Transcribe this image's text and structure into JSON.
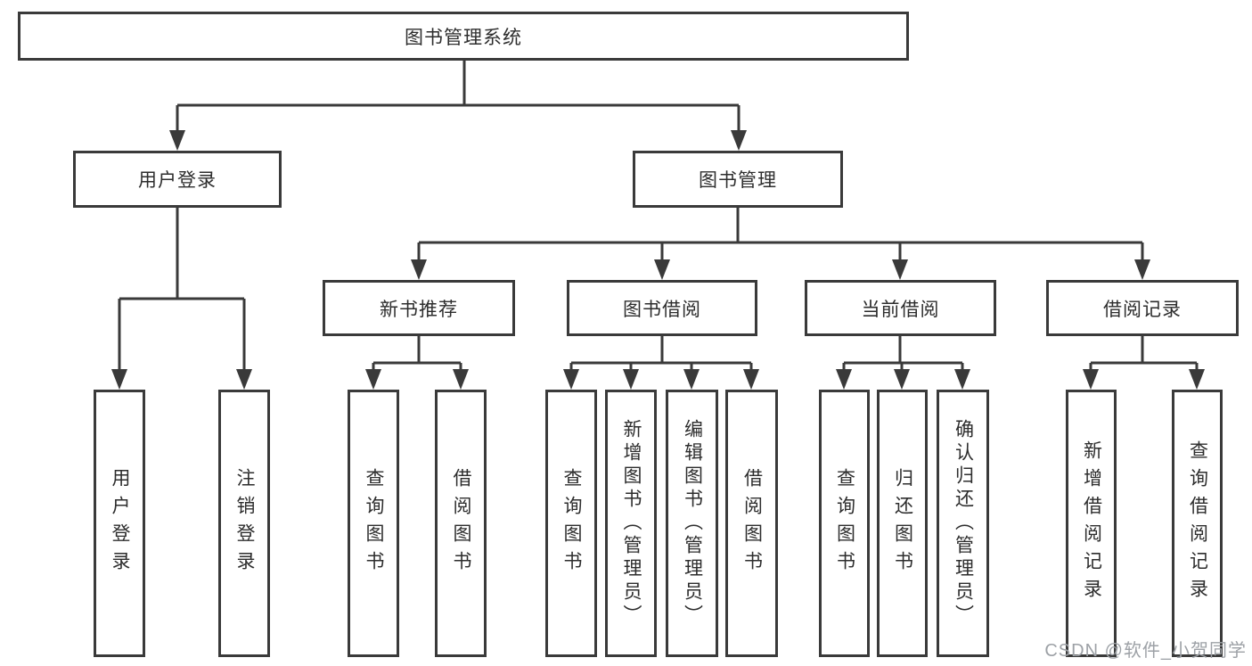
{
  "diagram": {
    "title": "图书管理系统",
    "root": "图书管理系统",
    "children": [
      {
        "label": "用户登录",
        "children": [
          "用户登录",
          "注销登录"
        ]
      },
      {
        "label": "图书管理",
        "children": [
          {
            "label": "新书推荐",
            "children": [
              "查询图书",
              "借阅图书"
            ]
          },
          {
            "label": "图书借阅",
            "children": [
              "查询图书",
              "新增图书（管理员）",
              "编辑图书（管理员）",
              "借阅图书"
            ]
          },
          {
            "label": "当前借阅",
            "children": [
              "查询图书",
              "归还图书",
              "确认归还（管理员）"
            ]
          },
          {
            "label": "借阅记录",
            "children": [
              "新增借阅记录",
              "查询借阅记录"
            ]
          }
        ]
      }
    ]
  },
  "watermark": "CSDN @软件_小贺同学",
  "colors": {
    "line": "#3a3a3a",
    "text": "#2d2d2d",
    "box_background": "#ffffff",
    "watermark": "#9da1a6"
  }
}
